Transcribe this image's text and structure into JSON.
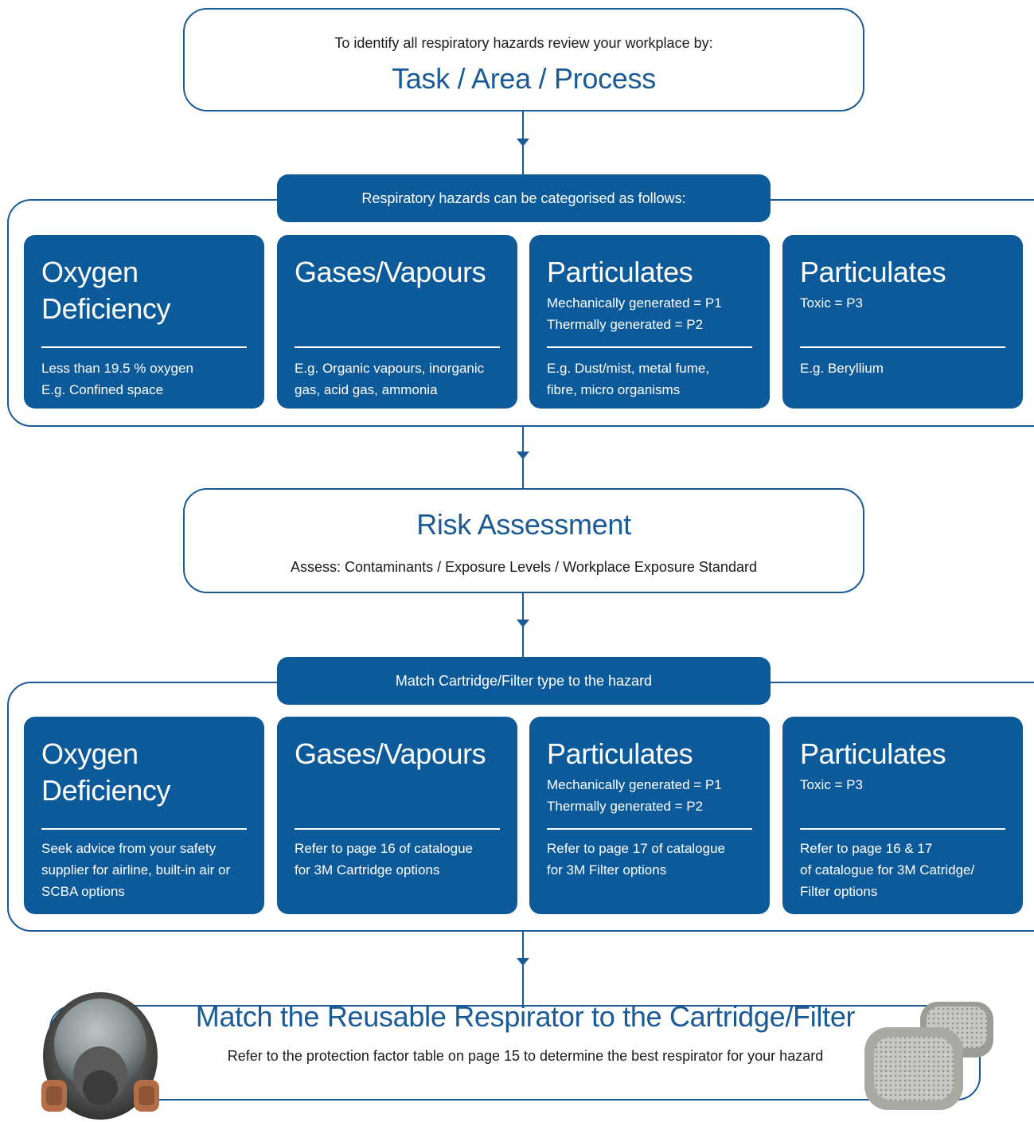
{
  "top": {
    "intro": "To identify all respiratory hazards review your workplace by:",
    "title": "Task / Area / Process"
  },
  "hazards": {
    "tab": "Respiratory hazards can be categorised as follows:",
    "cards": [
      {
        "title": "Oxygen Deficiency",
        "sub": "",
        "body": "Less than 19.5 % oxygen\nE.g. Confined space"
      },
      {
        "title": "Gases/Vapours",
        "sub": "",
        "body": "E.g. Organic vapours, inorganic\ngas, acid gas, ammonia"
      },
      {
        "title": "Particulates",
        "sub": "Mechanically generated = P1\nThermally generated = P2",
        "body": "E.g. Dust/mist, metal fume,\nfibre, micro organisms"
      },
      {
        "title": "Particulates",
        "sub": "Toxic = P3",
        "body": "E.g. Beryllium"
      }
    ]
  },
  "risk": {
    "title": "Risk Assessment",
    "sub": "Assess: Contaminants / Exposure Levels / Workplace Exposure Standard"
  },
  "match": {
    "tab": "Match Cartridge/Filter type to the hazard",
    "cards": [
      {
        "title": "Oxygen Deficiency",
        "sub": "",
        "body": "Seek advice from your safety\nsupplier for airline, built-in air or\nSCBA options"
      },
      {
        "title": "Gases/Vapours",
        "sub": "",
        "body": "Refer to page 16 of catalogue\nfor 3M Cartridge options"
      },
      {
        "title": "Particulates",
        "sub": "Mechanically generated = P1\nThermally generated = P2",
        "body": "Refer to page 17 of catalogue\nfor 3M Filter options"
      },
      {
        "title": "Particulates",
        "sub": "Toxic = P3",
        "body": "Refer to page 16 & 17\nof catalogue for 3M Catridge/\nFilter options"
      }
    ]
  },
  "final": {
    "title": "Match the Reusable Respirator to the Cartridge/Filter",
    "sub": "Refer to the protection factor table on page 15 to determine the best respirator for your hazard"
  },
  "colors": {
    "brand_blue": "#0d5a9b",
    "line_blue": "#1a5a96"
  }
}
